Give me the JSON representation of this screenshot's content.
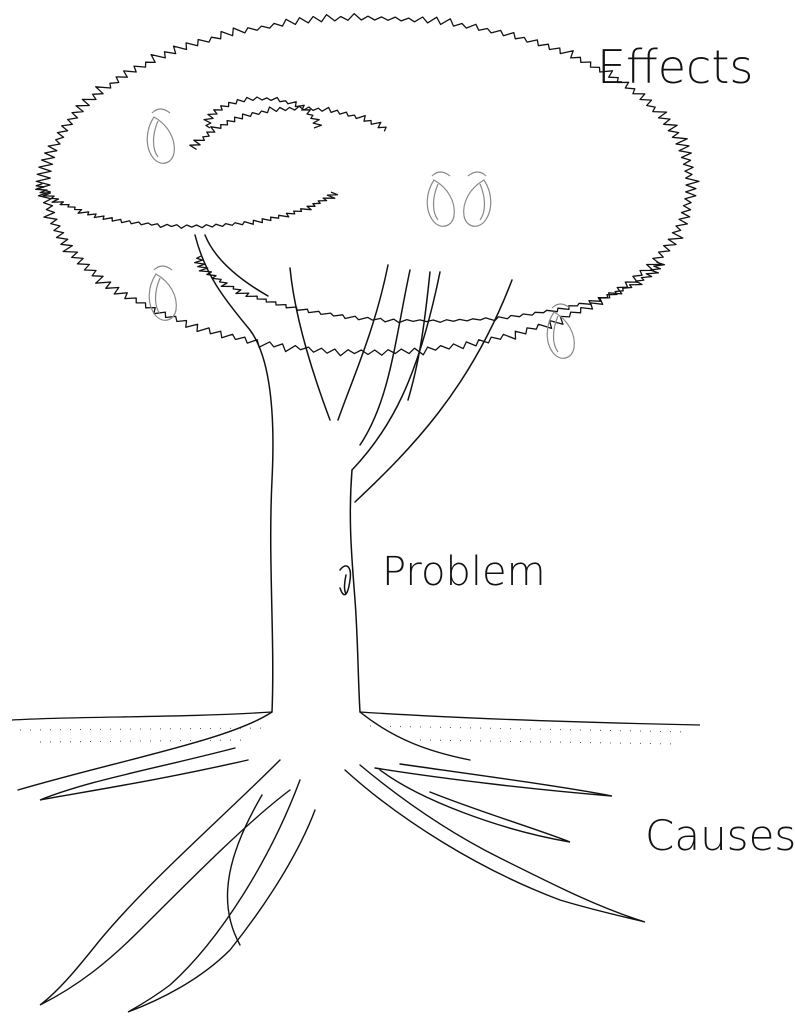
{
  "diagram": {
    "labels": {
      "effects": "Effects",
      "problem": "Problem",
      "causes": "Causes"
    },
    "colors": {
      "ink": "#111111",
      "fruit": "#888888",
      "background": "#ffffff"
    }
  }
}
